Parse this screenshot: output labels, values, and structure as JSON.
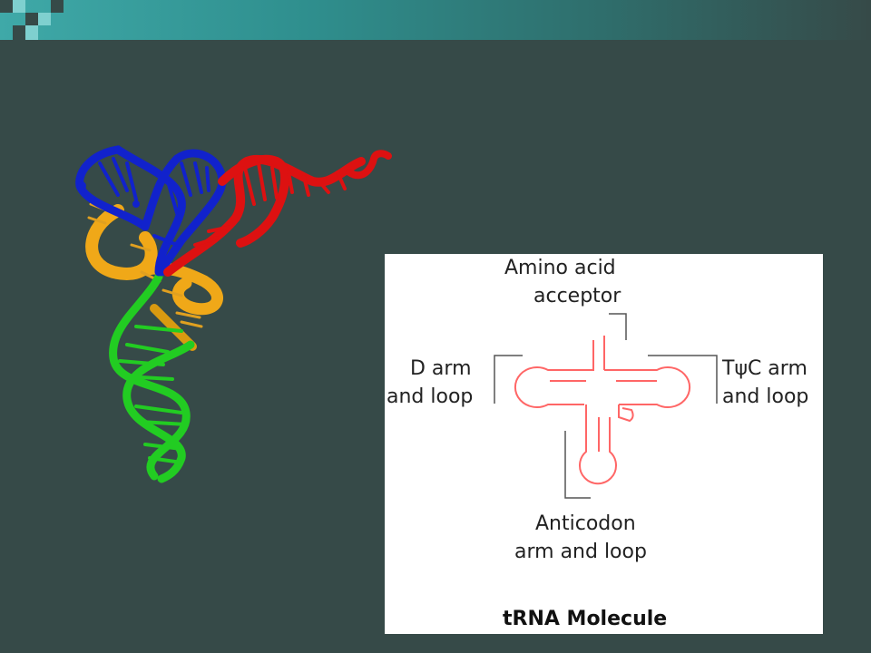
{
  "diagram": {
    "labels": {
      "acceptor_line1": "Amino acid",
      "acceptor_line2": "acceptor",
      "d_arm_line1": "D arm",
      "d_arm_line2": "and loop",
      "tpsic_line1": "TψC arm",
      "tpsic_line2": "and loop",
      "anticodon_line1": "Anticodon",
      "anticodon_line2": "arm and loop",
      "caption": "tRNA Molecule"
    },
    "colors": {
      "outline": "#ff6666",
      "bracket": "#555555"
    }
  },
  "molecule": {
    "description_icon": "trna-3d-ribbon-icon",
    "colors": {
      "acceptor_stem": "#dd1111",
      "d_arm": "#1122cc",
      "anticodon_arm": "#22cc22",
      "variable_loop": "#f0a818"
    }
  },
  "theme": {
    "background": "#364a48",
    "header_accent": "#3fa9a8"
  }
}
